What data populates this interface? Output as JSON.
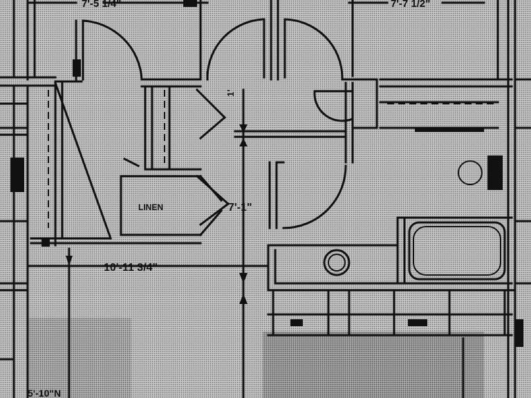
{
  "colors": {
    "paper": "#bdbdbd",
    "ink": "#111111",
    "halftone": "#8c8c8c"
  },
  "dimensions": {
    "top_left": "7'-5 1/4\"",
    "top_right": "7'-7 1/2\"",
    "bottom_left": "10'-11 3/4\"",
    "mid_upper": "1'",
    "mid_lower": "7'-1\"",
    "bottom_edge": "5'-10\"N"
  },
  "labels": {
    "closet": "LINEN"
  }
}
